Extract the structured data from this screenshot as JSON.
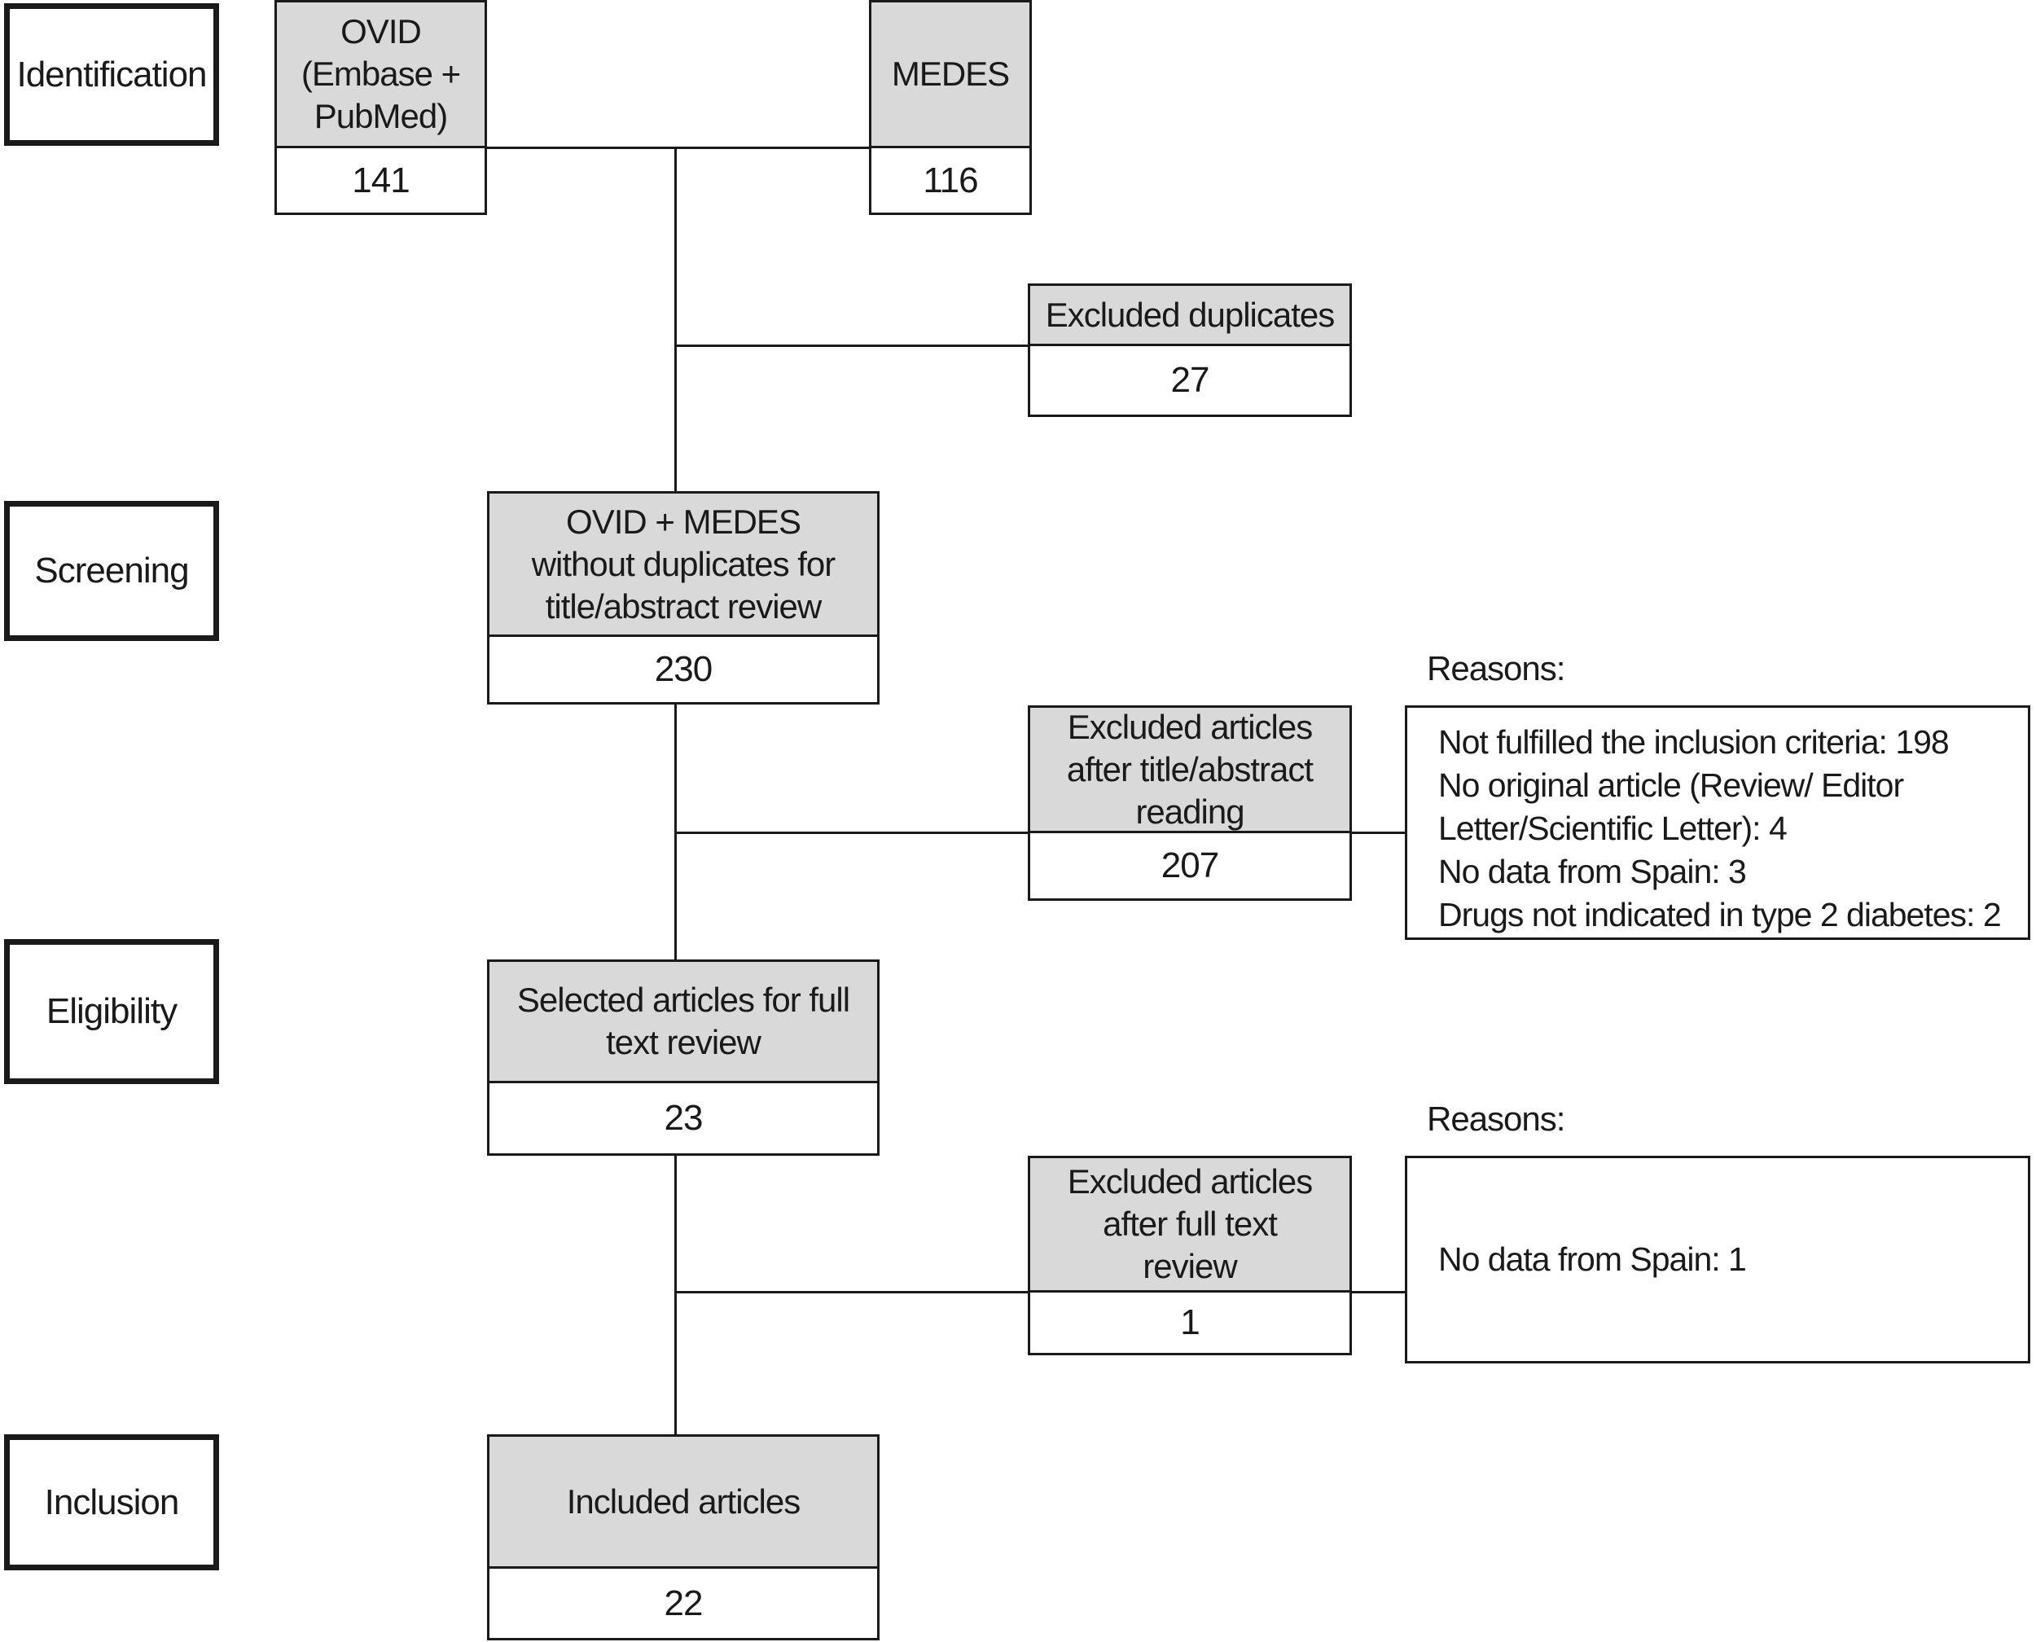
{
  "diagram_type": "prisma-flow",
  "stages": [
    {
      "label": "Identification"
    },
    {
      "label": "Screening"
    },
    {
      "label": "Eligibility"
    },
    {
      "label": "Inclusion"
    }
  ],
  "flow": {
    "ovid": {
      "title": "OVID\n(Embase +\nPubMed)",
      "count": "141"
    },
    "medes": {
      "title": "MEDES",
      "count": "116"
    },
    "excluded_duplicates": {
      "title": "Excluded duplicates",
      "count": "27"
    },
    "ovid_medes": {
      "title": "OVID + MEDES\nwithout duplicates for\ntitle/abstract review",
      "count": "230"
    },
    "excluded_title_abstract": {
      "title": "Excluded articles\nafter title/abstract\nreading",
      "count": "207"
    },
    "selected_full_text": {
      "title": "Selected articles for full\ntext review",
      "count": "23"
    },
    "excluded_full_text": {
      "title": "Excluded articles\nafter full text\nreview",
      "count": "1"
    },
    "included": {
      "title": "Included articles",
      "count": "22"
    }
  },
  "reasons_title_abstract": {
    "label": "Reasons:",
    "lines": [
      "Not fulfilled the inclusion criteria: 198",
      "No original article (Review/ Editor",
      "Letter/Scientific Letter): 4",
      "No data from Spain: 3",
      "Drugs not indicated in type 2 diabetes: 2"
    ]
  },
  "reasons_full_text": {
    "label": "Reasons:",
    "lines": [
      "No data from Spain: 1"
    ]
  },
  "colors": {
    "box_fill": "#d9d9d9",
    "border": "#1a1a1a",
    "background": "#ffffff"
  }
}
